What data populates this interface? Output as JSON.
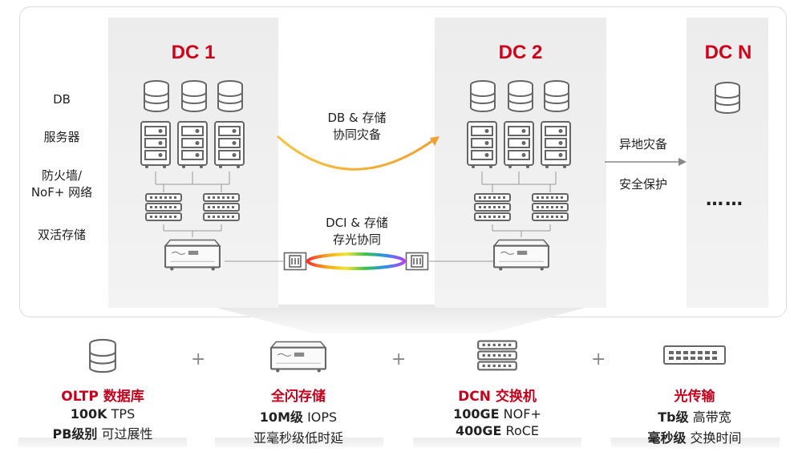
{
  "dc_titles": [
    "DC 1",
    "DC 2",
    "DC N"
  ],
  "row_labels": {
    "db": "DB",
    "server": "服务器",
    "firewall_1": "防火墙/",
    "firewall_2": "NoF+ 网络",
    "storage": "双活存储"
  },
  "links": {
    "db_sync_1": "DB & 存储",
    "db_sync_2": "协同灾备",
    "dci_1": "DCI & 存储",
    "dci_2": "存光协同",
    "remote_1": "异地灾备",
    "remote_2": "安全保护",
    "ellipsis": "……"
  },
  "plus_sign": "+",
  "bottom": [
    {
      "icon": "database-icon",
      "title": "OLTP 数据库",
      "l1_bold": "100K",
      "l1_rest": " TPS",
      "l2_bold": "PB级别",
      "l2_rest": " 可过展性"
    },
    {
      "icon": "storage-array-icon",
      "title": "全闪存储",
      "l1_bold": "10M级",
      "l1_rest": " IOPS",
      "l2_bold": "",
      "l2_rest": "亚毫秒级低时延"
    },
    {
      "icon": "server-icon",
      "title": "DCN 交换机",
      "l1_bold": "100GE",
      "l1_rest": " NOF+",
      "l2_bold": "400GE",
      "l2_rest": " RoCE"
    },
    {
      "icon": "optical-transport-icon",
      "title": "光传输",
      "l1_bold": "Tb级",
      "l1_rest": " 高带宽",
      "l2_bold": "毫秒级",
      "l2_rest": " 交换时间"
    }
  ],
  "colors": {
    "accent": "#d0021b",
    "arrow_start": "#f6c343",
    "arrow_end": "#f0a030"
  }
}
